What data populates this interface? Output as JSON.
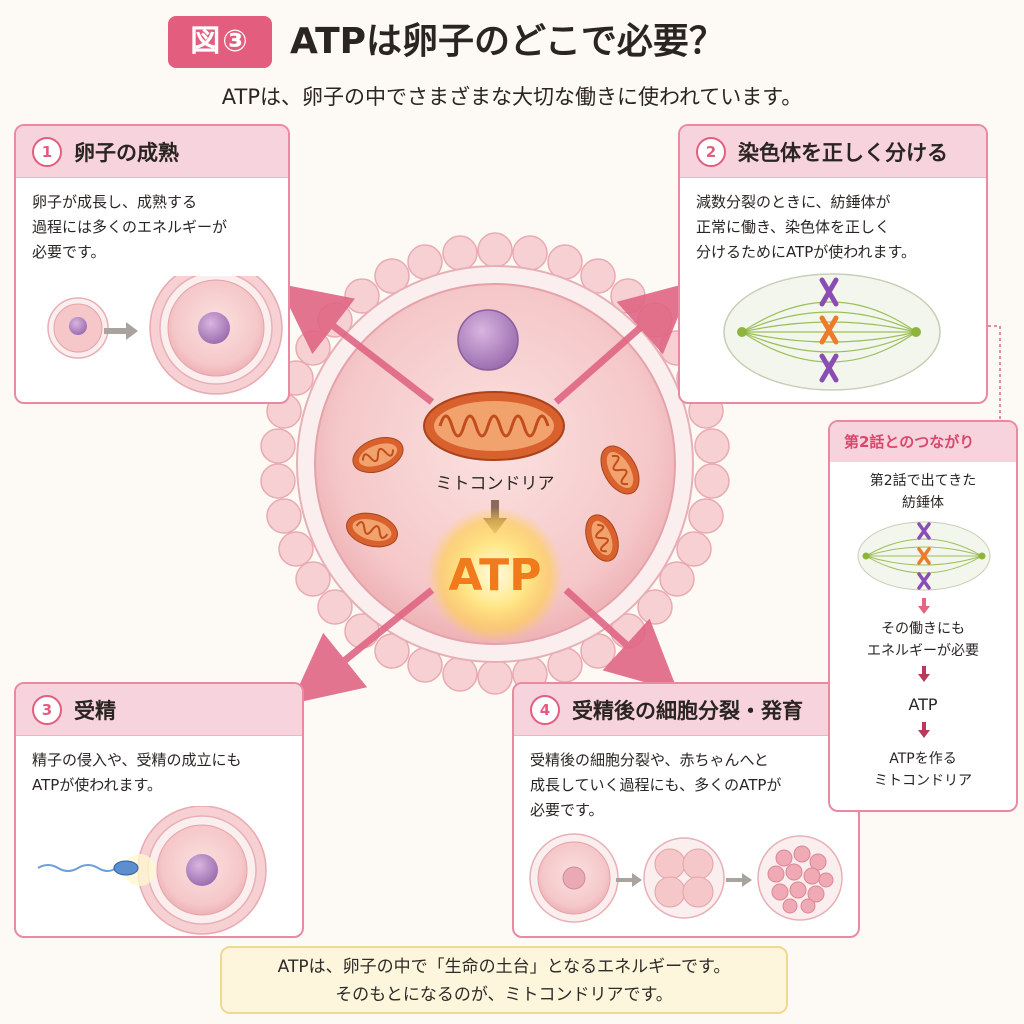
{
  "header": {
    "badge": "図③",
    "title": "ATPは卵子のどこで必要？",
    "subtitle": "ATPは、卵子の中でさまざまな大切な働きに使われています。"
  },
  "center": {
    "mito_label": "ミトコンドリア",
    "atp_label": "ATP"
  },
  "cards": [
    {
      "num": "1",
      "title": "卵子の成熟",
      "body": "卵子が成長し、成熟する\n過程には多くのエネルギーが\n必要です。"
    },
    {
      "num": "2",
      "title": "染色体を正しく分ける",
      "body": "減数分裂のときに、紡錘体が\n正常に働き、染色体を正しく\n分けるためにATPが使われます。"
    },
    {
      "num": "3",
      "title": "受精",
      "body": "精子の侵入や、受精の成立にも\nATPが使われます。"
    },
    {
      "num": "4",
      "title": "受精後の細胞分裂・発育",
      "body": "受精後の細胞分裂や、赤ちゃんへと\n成長していく過程にも、多くのATPが\n必要です。"
    }
  ],
  "note": {
    "title": "第2話とのつながり",
    "line1": "第2話で出てきた\n紡錘体",
    "line2": "その働きにも\nエネルギーが必要",
    "line3": "ATP",
    "line4": "ATPを作る\nミトコンドリア"
  },
  "footer": {
    "text": "ATPは、卵子の中で「生命の土台」となるエネルギーです。\nそのもとになるのが、ミトコンドリアです。"
  },
  "colors": {
    "accent": "#e35d7e",
    "card_head": "#f7d3dd",
    "atp_text": "#f07a1c",
    "mito": "#d9612e",
    "nucleus": "#b58bc4"
  }
}
